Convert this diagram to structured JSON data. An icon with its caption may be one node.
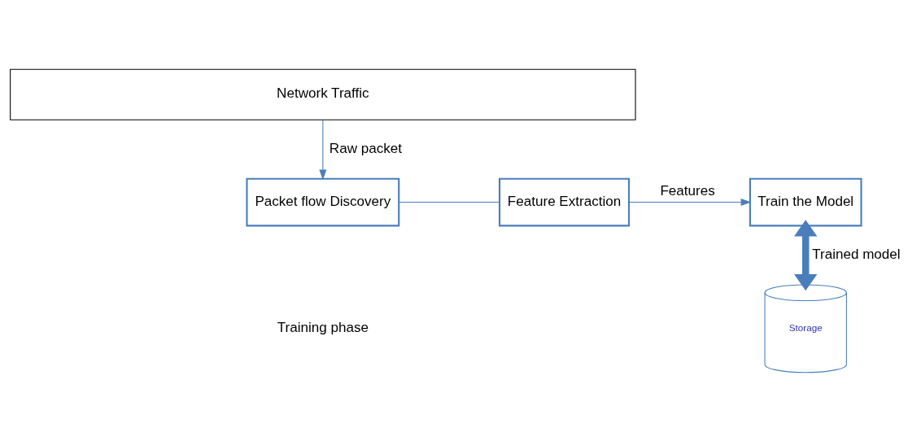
{
  "diagram": {
    "nodes": [
      {
        "text": [
          "Network Traffic"
        ]
      },
      {
        "text": [
          "Packet flow Discovery"
        ]
      },
      {
        "text": [
          "Feature Extraction"
        ]
      },
      {
        "text": [
          "Train the Model"
        ]
      },
      {
        "text": [
          "Storage"
        ]
      }
    ],
    "edges": [
      {
        "from": 0,
        "to": 1,
        "arrow": "to",
        "label": "Raw packet"
      },
      {
        "from": 1,
        "to": 2,
        "arrow": "none"
      },
      {
        "from": 2,
        "to": 3,
        "arrow": "to",
        "label": "Features"
      },
      {
        "from": 3,
        "to": 4,
        "arrow": "both",
        "label": "Trained model",
        "style": "thick"
      }
    ],
    "labels": [
      "Training phase"
    ]
  }
}
